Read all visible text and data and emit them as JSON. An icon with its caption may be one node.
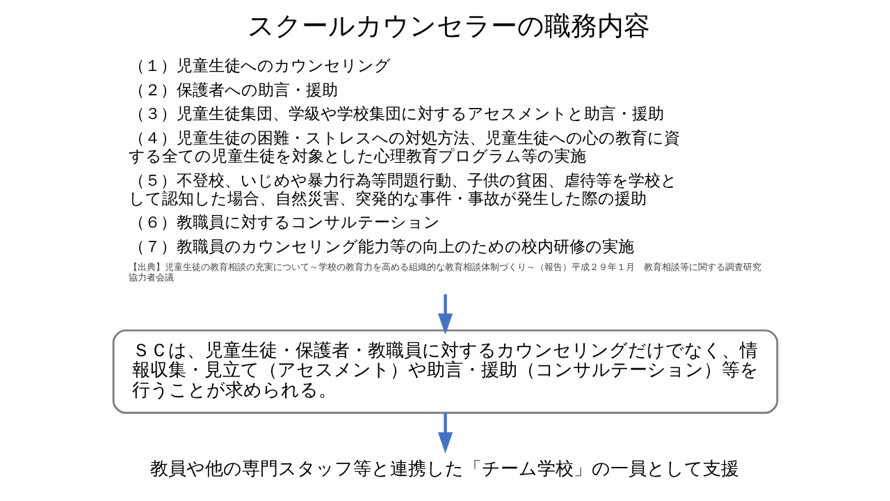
{
  "diagram": {
    "title": "スクールカウンセラーの職務内容",
    "nodes": [
      {
        "text": [
          "（１）児童生徒へのカウンセリング",
          "（２）保護者への助言・援助",
          "（３）児童生徒集団、学級や学校集団に対するアセスメントと助言・援助",
          "（４）児童生徒の困難・ストレスへの対処方法、児童生徒への心の教育に資する全ての児童生徒を対象とした心理教育プログラム等の実施",
          "（５）不登校、いじめや暴力行為等問題行動、子供の貧困、虐待等を学校として認知した場合、自然災害、突発的な事件・事故が発生した際の援助",
          "（６）教職員に対するコンサルテーション",
          "（７）教職員のカウンセリング能力等の向上のための校内研修の実施"
        ],
        "beside": [
          "【出典】児童生徒の教育相談の充実について～学校の教育力を高める組織的な教育相談体制づくり～（報告）平成２９年１月　教育相談等に関する調査研究協力者会議"
        ]
      },
      {
        "text": [
          "ＳＣは、児童生徒・保護者・教職員に対するカウンセリングだけでなく、情報収集・見立て（アセスメント）や助言・援助（コンサルテーション）等を行うことが求められる。"
        ]
      },
      {
        "text": [
          "教員や他の専門スタッフ等と連携した「チーム学校」の一員として支援"
        ]
      }
    ],
    "edges": [
      {
        "from": 0,
        "to": 1,
        "arrow": "to"
      },
      {
        "from": 1,
        "to": 2,
        "arrow": "to"
      }
    ]
  }
}
